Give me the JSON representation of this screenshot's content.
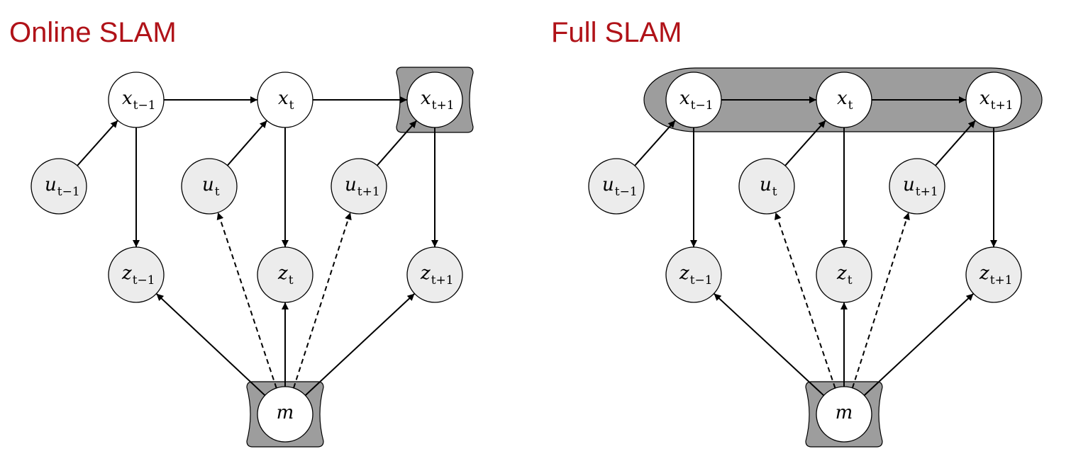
{
  "titles": {
    "online": "Online SLAM",
    "full": "Full SLAM"
  },
  "colors": {
    "title": "#b01218",
    "observed_node_fill": "#ececec",
    "latent_node_fill": "#ffffff",
    "highlight_fill": "#9d9d9d",
    "edge": "#000000"
  },
  "nodes": {
    "x_prev": {
      "base": "x",
      "sub": "t−1",
      "kind": "latent"
    },
    "x_cur": {
      "base": "x",
      "sub": "t",
      "kind": "latent"
    },
    "x_next": {
      "base": "x",
      "sub": "t+1",
      "kind": "latent"
    },
    "u_prev": {
      "base": "u",
      "sub": "t−1",
      "kind": "observed"
    },
    "u_cur": {
      "base": "u",
      "sub": "t",
      "kind": "observed"
    },
    "u_next": {
      "base": "u",
      "sub": "t+1",
      "kind": "observed"
    },
    "z_prev": {
      "base": "z",
      "sub": "t−1",
      "kind": "observed"
    },
    "z_cur": {
      "base": "z",
      "sub": "t",
      "kind": "observed"
    },
    "z_next": {
      "base": "z",
      "sub": "t+1",
      "kind": "observed"
    },
    "m": {
      "base": "m",
      "sub": "",
      "kind": "latent"
    }
  },
  "edges": [
    {
      "from": "x_prev",
      "to": "x_cur",
      "style": "solid"
    },
    {
      "from": "x_cur",
      "to": "x_next",
      "style": "solid"
    },
    {
      "from": "u_prev",
      "to": "x_prev",
      "style": "solid"
    },
    {
      "from": "u_cur",
      "to": "x_cur",
      "style": "solid"
    },
    {
      "from": "u_next",
      "to": "x_next",
      "style": "solid"
    },
    {
      "from": "x_prev",
      "to": "z_prev",
      "style": "solid"
    },
    {
      "from": "x_cur",
      "to": "z_cur",
      "style": "solid"
    },
    {
      "from": "x_next",
      "to": "z_next",
      "style": "solid"
    },
    {
      "from": "m",
      "to": "z_prev",
      "style": "solid"
    },
    {
      "from": "m",
      "to": "z_cur",
      "style": "solid"
    },
    {
      "from": "m",
      "to": "z_next",
      "style": "solid"
    },
    {
      "from": "m",
      "to": "u_cur",
      "style": "dashed"
    },
    {
      "from": "m",
      "to": "u_next",
      "style": "dashed"
    }
  ],
  "panels": [
    {
      "id": "online",
      "highlighted_nodes": [
        "x_next",
        "m"
      ]
    },
    {
      "id": "full",
      "highlighted_nodes": [
        "x_prev",
        "x_cur",
        "x_next",
        "m"
      ]
    }
  ]
}
